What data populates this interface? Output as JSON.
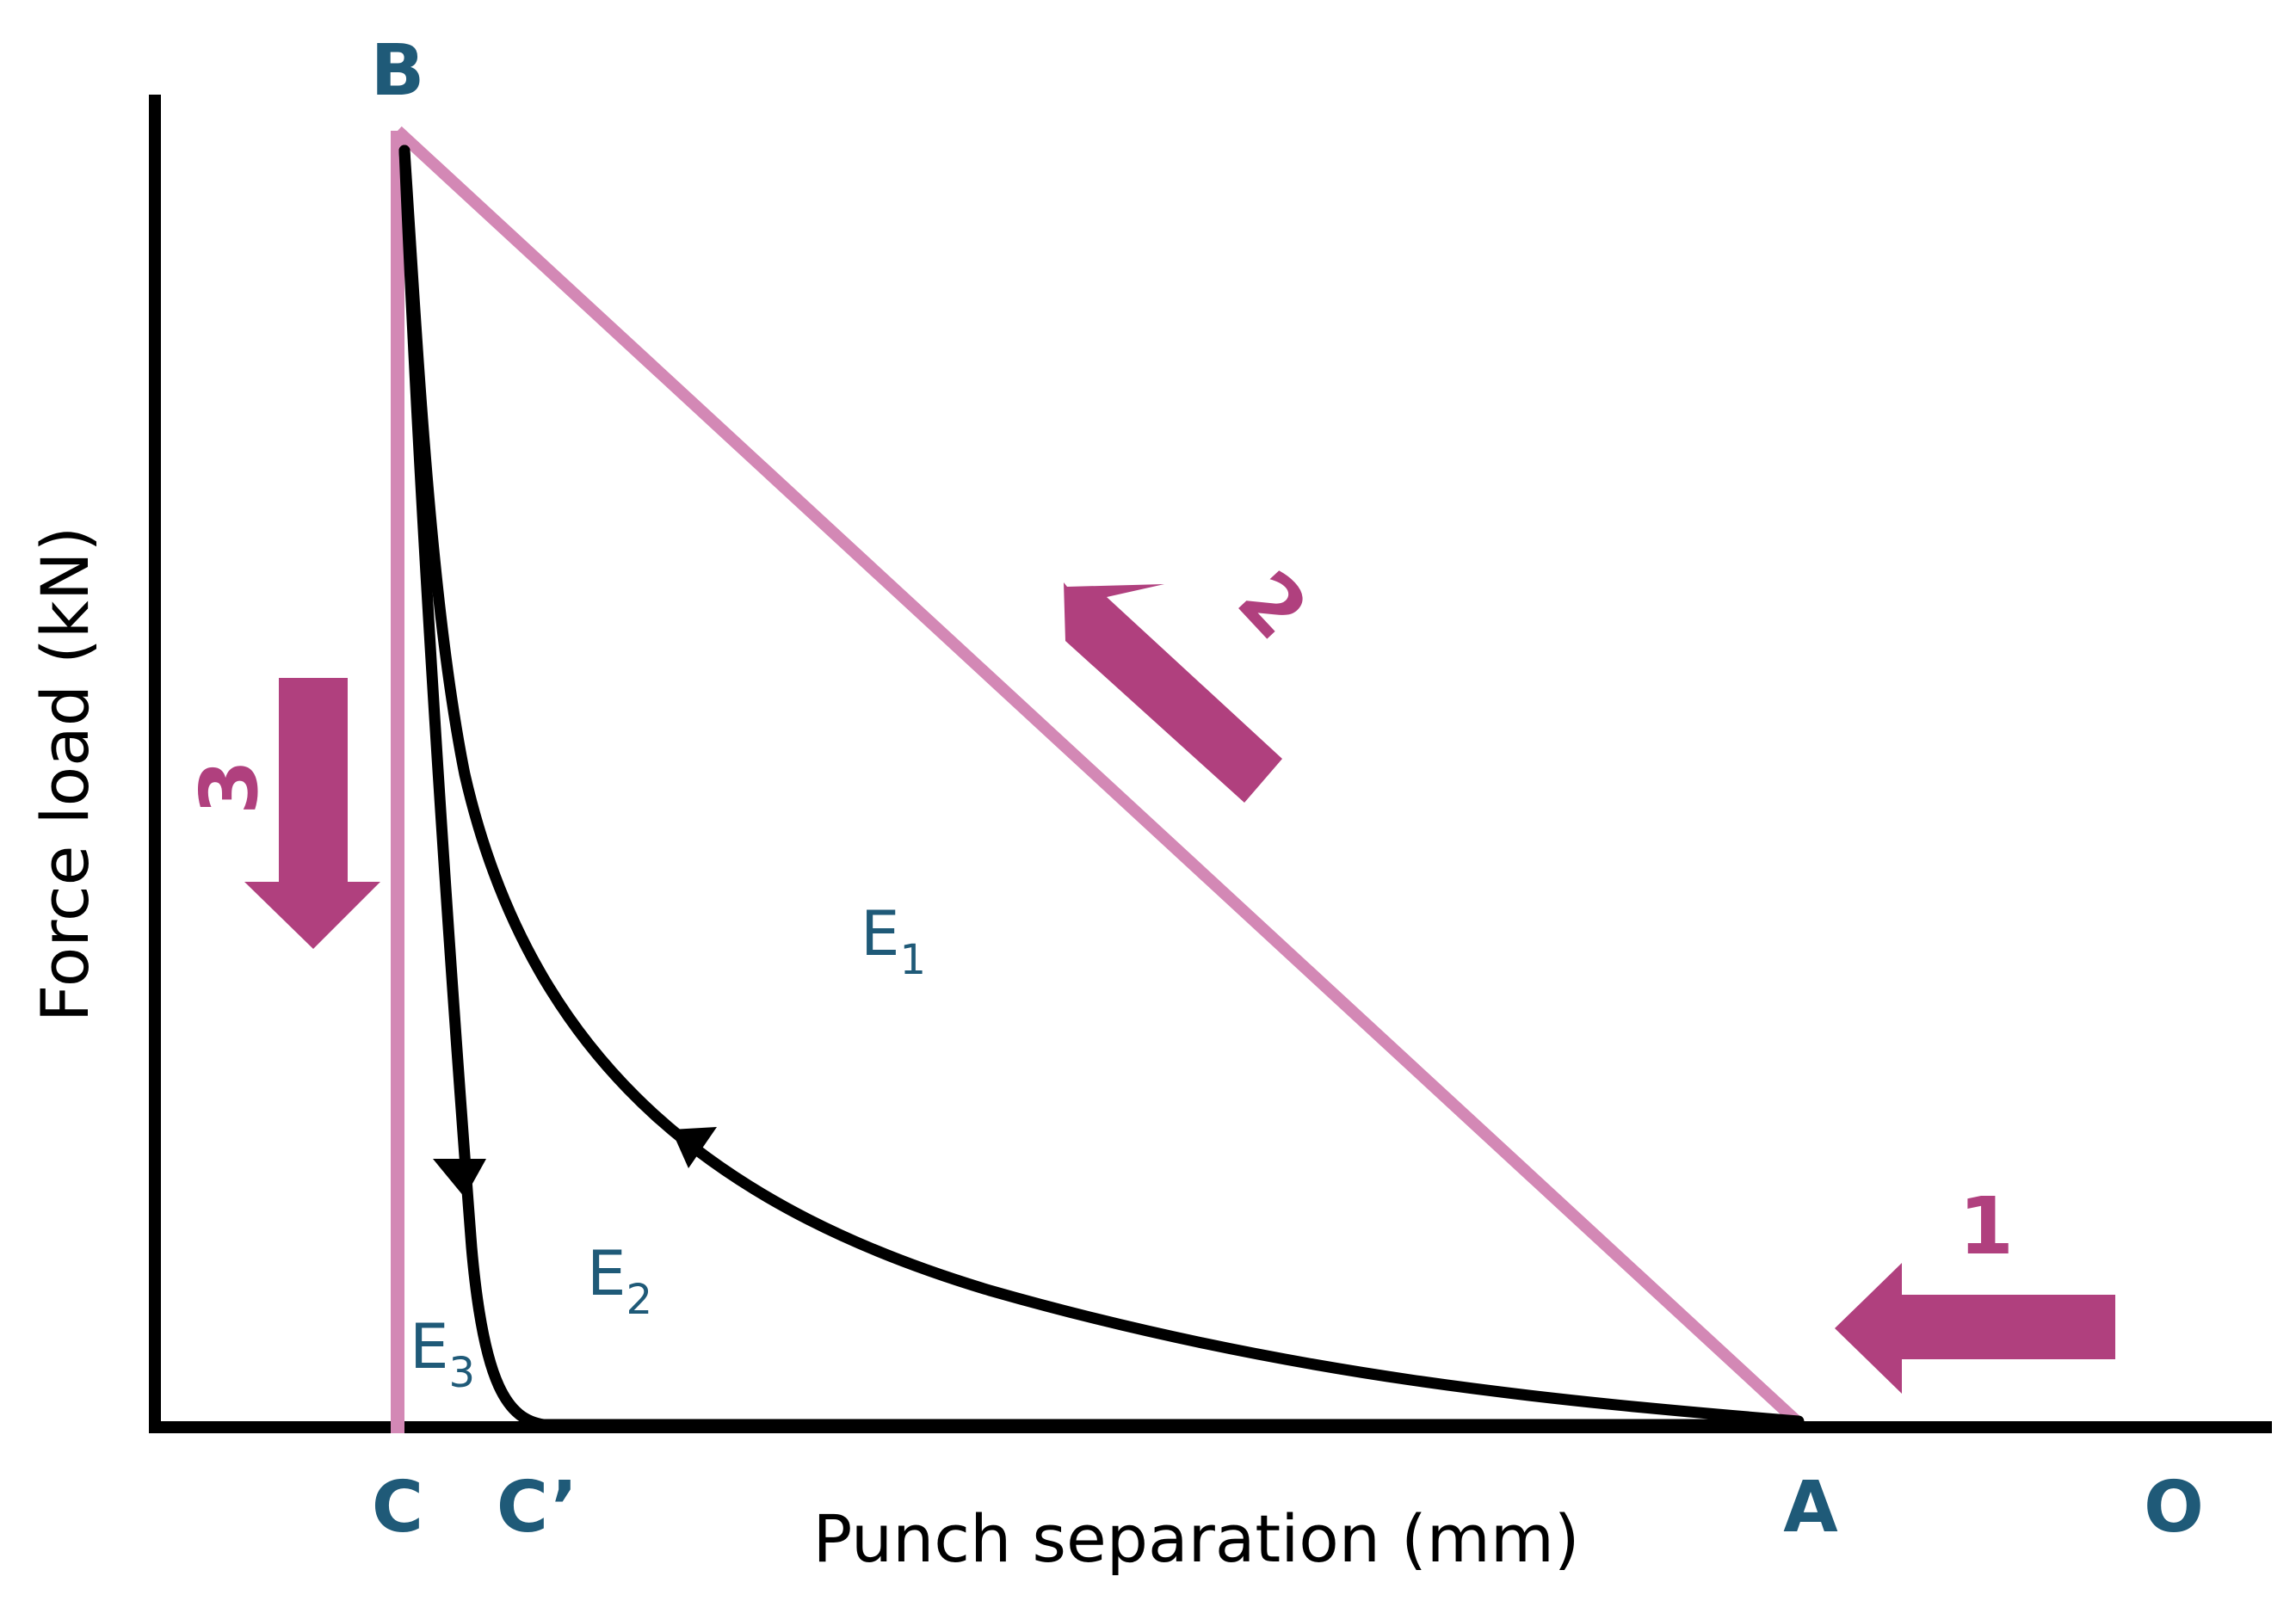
{
  "axes": {
    "x_label": "Punch separation (mm)",
    "y_label": "Force load (kN)"
  },
  "points": {
    "B": "B",
    "C": "C",
    "C_prime": "C’",
    "A": "A",
    "O": "O"
  },
  "steps": {
    "one": "1",
    "two": "2",
    "three": "3"
  },
  "energies": {
    "e1": {
      "main": "E",
      "sub": "1"
    },
    "e2": {
      "main": "E",
      "sub": "2"
    },
    "e3": {
      "main": "E",
      "sub": "3"
    }
  },
  "colors": {
    "label": "#1f5a78",
    "line_pink": "#d388b5",
    "arrow_magenta": "#b0407e",
    "curve": "#000000"
  }
}
